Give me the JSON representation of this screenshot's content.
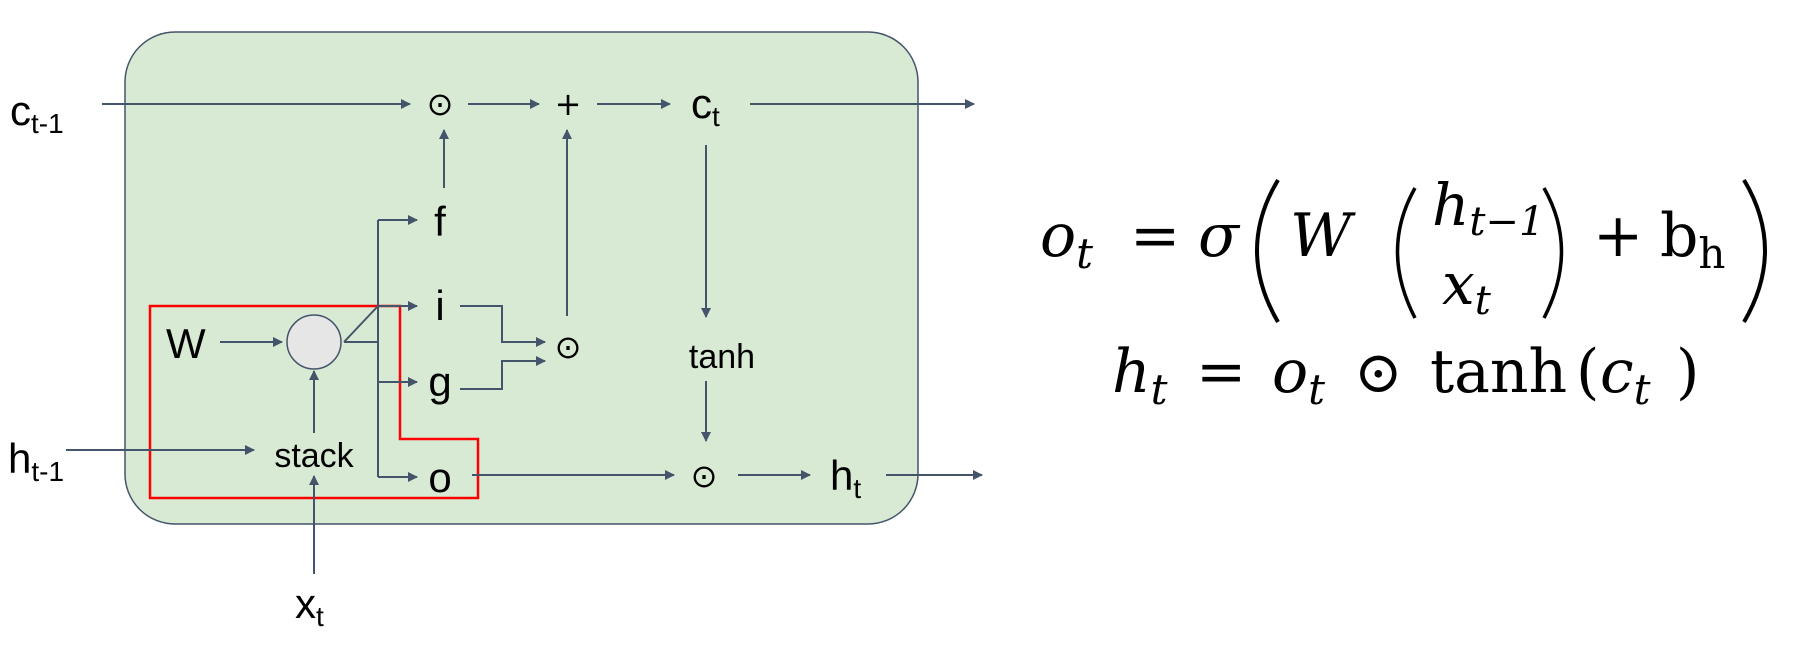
{
  "labels": {
    "c_prev": "c",
    "c_prev_sub": "t-1",
    "h_prev": "h",
    "h_prev_sub": "t-1",
    "x_in": "x",
    "x_in_sub": "t",
    "c_out": "c",
    "c_out_sub": "t",
    "h_out": "h",
    "h_out_sub": "t",
    "W": "W",
    "stack": "stack",
    "f": "f",
    "i": "i",
    "g": "g",
    "o": "o",
    "tanh": "tanh",
    "odot": "⊙",
    "plus": "+"
  },
  "equations": {
    "eq1": {
      "lhs": "o",
      "lhs_sub": "t",
      "eq": "=",
      "sigma": "σ",
      "W": "W",
      "vec_top": "h",
      "vec_top_sub": "t−1",
      "vec_bot": "x",
      "vec_bot_sub": "t",
      "plus": "+",
      "b": "b",
      "b_sub": "h"
    },
    "eq2": {
      "lhs": "h",
      "lhs_sub": "t",
      "eq": "=",
      "o": "o",
      "o_sub": "t",
      "odot": "⊙",
      "tanh": "tanh",
      "lparen": "(",
      "c": "c",
      "c_sub": "t",
      "rparen": ")"
    }
  },
  "colors": {
    "cell_fill": "#d8ead3",
    "cell_border": "#44546a",
    "wire": "#44546a",
    "highlight": "#ff0000",
    "node_fill": "#e6e6e6"
  }
}
